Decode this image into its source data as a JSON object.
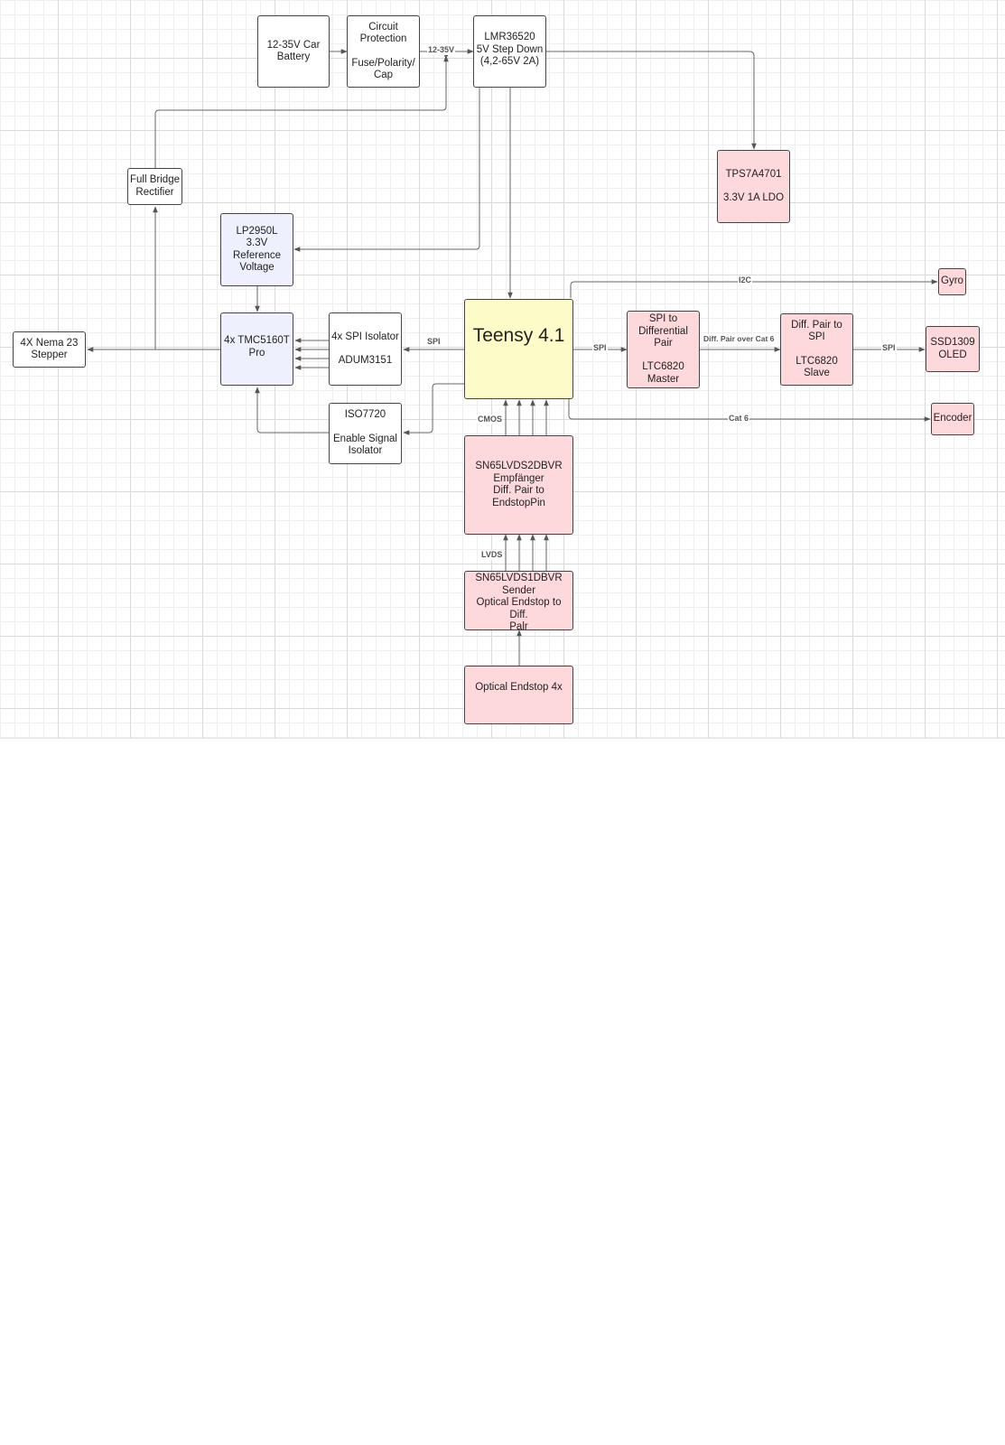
{
  "blocks": {
    "battery": [
      "12-35V Car",
      "Battery"
    ],
    "protection": [
      "Circuit",
      "Protection",
      "",
      "Fuse/Polarity/",
      "Cap"
    ],
    "lmr": [
      "LMR36520",
      "5V Step Down",
      "(4,2-65V 2A)"
    ],
    "tps": [
      "TPS7A4701",
      "",
      "3.3V 1A LDO"
    ],
    "rectifier": [
      "Full Bridge",
      "Rectifier"
    ],
    "lp2950": [
      "LP2950L",
      "3.3V",
      "Reference",
      "Voltage"
    ],
    "nema": [
      "4X Nema 23",
      "Stepper"
    ],
    "tmc": [
      "4x TMC5160T",
      "Pro"
    ],
    "spi_iso": [
      "4x SPI Isolator",
      "",
      "ADUM3151"
    ],
    "iso7720": [
      "ISO7720",
      "",
      "Enable Signal",
      "Isolator"
    ],
    "teensy": "Teensy 4.1",
    "ltc_master": [
      "SPI to",
      "Differential",
      "Pair",
      "",
      "LTC6820",
      "Master"
    ],
    "ltc_slave": [
      "Diff. Pair to",
      "SPI",
      "",
      "LTC6820",
      "Slave"
    ],
    "gyro": "Gyro",
    "oled": [
      "SSD1309",
      "OLED"
    ],
    "encoder": "Encoder",
    "receiver": [
      "SN65LVDS2DBVR",
      "Empfänger",
      "Diff. Pair to EndstopPin"
    ],
    "sender": [
      "SN65LVDS1DBVR",
      "Sender",
      "Optical Endstop to Diff.",
      "Palr"
    ],
    "endstop": "Optical Endstop 4x"
  },
  "labels": {
    "v12_35": "12-35V",
    "spi_left": "SPI",
    "spi_right": "SPI",
    "diff_pair": "Diff. Pair over Cat 6",
    "spi_oled": "SPI",
    "i2c": "I2C",
    "cat6": "Cat 6",
    "cmos": "CMOS",
    "lvds": "LVDS"
  },
  "colors": {
    "pink": "#fdd9dc",
    "lavender": "#eef0fd",
    "yellow": "#fdfcc8",
    "line": "#555555"
  }
}
